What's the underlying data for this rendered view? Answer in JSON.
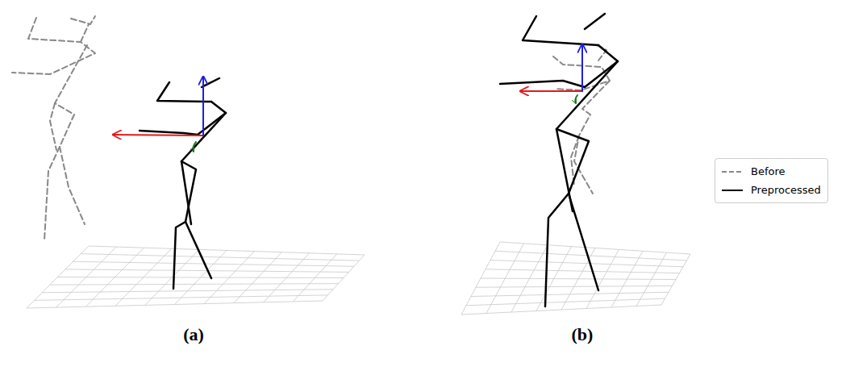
{
  "diagram": {
    "labels": [
      "(a)",
      "(b)"
    ],
    "legend": [
      {
        "text": "Before"
      },
      {
        "text": "Preprocessed"
      }
    ]
  }
}
